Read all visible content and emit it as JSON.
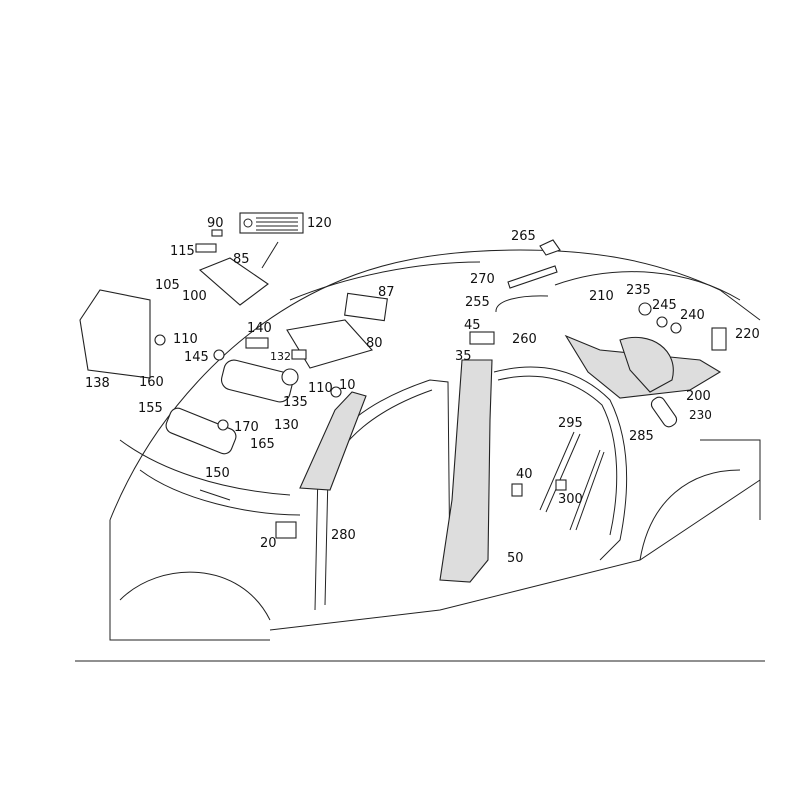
{
  "diagram": {
    "title": "Interior trim, roof and pillar parts exploded view",
    "callouts": [
      {
        "id": "90",
        "label": "90"
      },
      {
        "id": "120",
        "label": "120"
      },
      {
        "id": "115",
        "label": "115"
      },
      {
        "id": "85",
        "label": "85"
      },
      {
        "id": "265",
        "label": "265"
      },
      {
        "id": "105",
        "label": "105"
      },
      {
        "id": "100",
        "label": "100"
      },
      {
        "id": "87",
        "label": "87"
      },
      {
        "id": "270",
        "label": "270"
      },
      {
        "id": "210",
        "label": "210"
      },
      {
        "id": "235",
        "label": "235"
      },
      {
        "id": "255",
        "label": "255"
      },
      {
        "id": "245",
        "label": "245"
      },
      {
        "id": "240",
        "label": "240"
      },
      {
        "id": "220",
        "label": "220"
      },
      {
        "id": "45",
        "label": "45"
      },
      {
        "id": "110a",
        "label": "110"
      },
      {
        "id": "140",
        "label": "140"
      },
      {
        "id": "80",
        "label": "80"
      },
      {
        "id": "260",
        "label": "260"
      },
      {
        "id": "35",
        "label": "35"
      },
      {
        "id": "145",
        "label": "145"
      },
      {
        "id": "132",
        "label": "132"
      },
      {
        "id": "110b",
        "label": "110"
      },
      {
        "id": "10",
        "label": "10"
      },
      {
        "id": "138",
        "label": "138"
      },
      {
        "id": "160",
        "label": "160"
      },
      {
        "id": "135",
        "label": "135"
      },
      {
        "id": "200",
        "label": "200"
      },
      {
        "id": "155",
        "label": "155"
      },
      {
        "id": "230",
        "label": "230"
      },
      {
        "id": "295",
        "label": "295"
      },
      {
        "id": "285",
        "label": "285"
      },
      {
        "id": "170",
        "label": "170"
      },
      {
        "id": "130",
        "label": "130"
      },
      {
        "id": "165",
        "label": "165"
      },
      {
        "id": "150",
        "label": "150"
      },
      {
        "id": "40",
        "label": "40"
      },
      {
        "id": "300",
        "label": "300"
      },
      {
        "id": "280",
        "label": "280"
      },
      {
        "id": "20",
        "label": "20"
      },
      {
        "id": "50",
        "label": "50"
      }
    ]
  }
}
